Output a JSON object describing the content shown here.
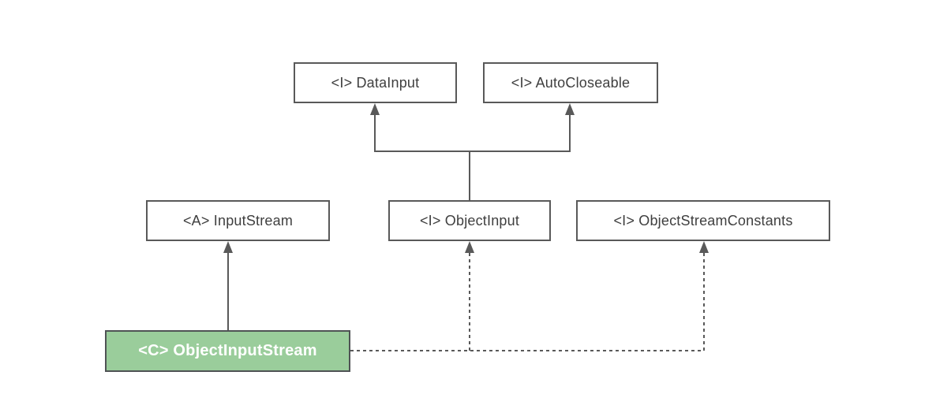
{
  "diagram": {
    "kind": "uml-class-hierarchy",
    "background_color": "#ffffff",
    "colors": {
      "line": "#595959",
      "box_border": "#595959",
      "box_fill": "#ffffff",
      "box_text": "#3f3f3f",
      "class_box_fill": "#9acd9b",
      "class_box_text": "#ffffff"
    },
    "nodes": {
      "data_input": {
        "label": "<I> DataInput",
        "kind": "interface"
      },
      "auto_closeable": {
        "label": "<I> AutoCloseable",
        "kind": "interface"
      },
      "input_stream": {
        "label": "<A> InputStream",
        "kind": "abstract-class"
      },
      "object_input": {
        "label": "<I> ObjectInput",
        "kind": "interface"
      },
      "object_stream_constants": {
        "label": "<I> ObjectStreamConstants",
        "kind": "interface"
      },
      "object_input_stream": {
        "label": "<C> ObjectInputStream",
        "kind": "class"
      }
    },
    "edges": [
      {
        "from": "object_input",
        "to": "data_input",
        "line": "solid",
        "relation": "extends"
      },
      {
        "from": "object_input",
        "to": "auto_closeable",
        "line": "solid",
        "relation": "extends"
      },
      {
        "from": "object_input_stream",
        "to": "input_stream",
        "line": "solid",
        "relation": "extends"
      },
      {
        "from": "object_input_stream",
        "to": "object_input",
        "line": "dashed",
        "relation": "implements"
      },
      {
        "from": "object_input_stream",
        "to": "object_stream_constants",
        "line": "dashed",
        "relation": "implements"
      }
    ]
  }
}
